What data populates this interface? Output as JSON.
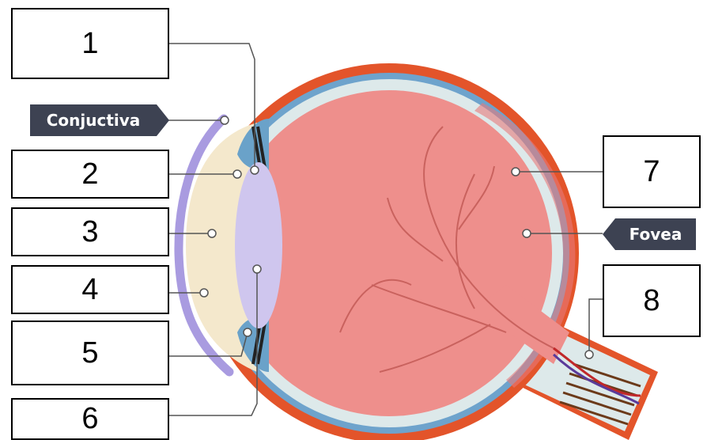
{
  "diagram": {
    "callout_tags": {
      "conjunctiva": "Conjuctiva",
      "fovea": "Fovea"
    },
    "answer_boxes": [
      "1",
      "2",
      "3",
      "4",
      "5",
      "6",
      "7",
      "8"
    ]
  },
  "colors": {
    "sclera_outer": "#e3542a",
    "choroid_blue": "#6ea3cc",
    "retina_light": "#dde9ea",
    "vitreous": "#ee8f8c",
    "cornea_fill": "#f4e8cc",
    "lens": "#cfc6ee",
    "conjunctiva": "#a99be0",
    "iris_blue": "#6aa2c9",
    "label_tag": "#3d4252"
  }
}
